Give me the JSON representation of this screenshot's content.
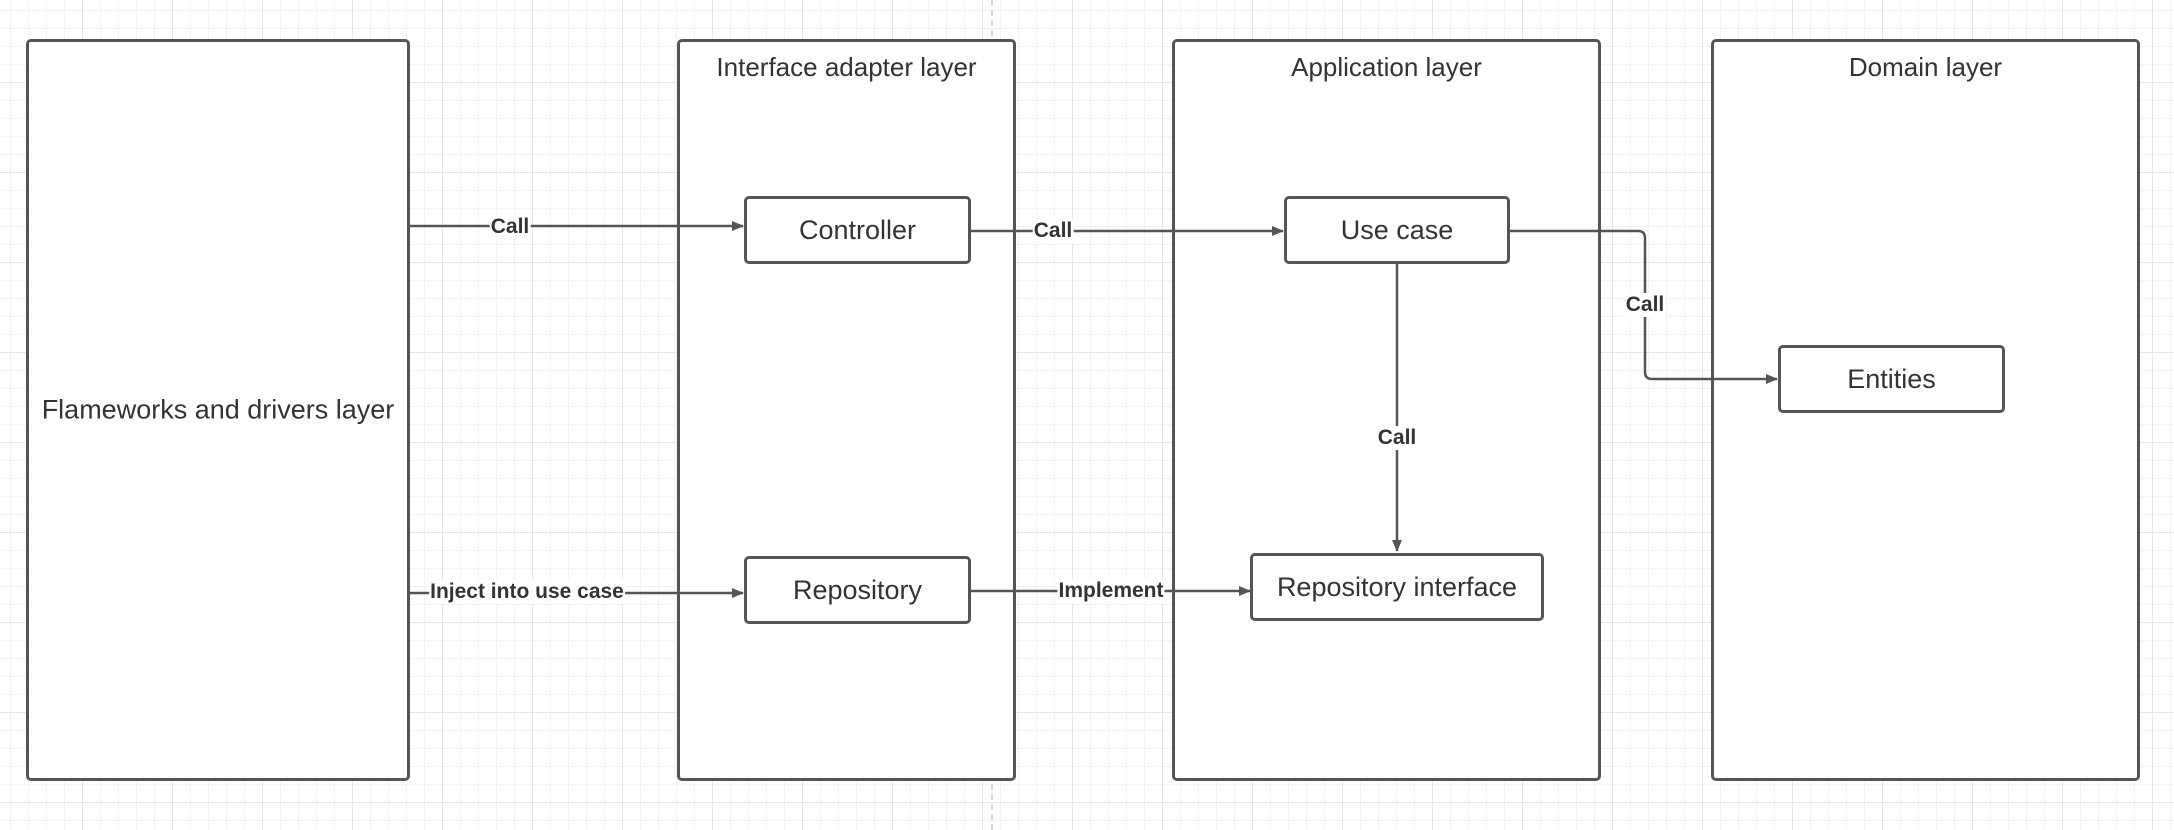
{
  "diagram": {
    "layers": {
      "frameworks": "Flameworks and drivers layer",
      "interface_adapter": "Interface adapter layer",
      "application": "Application layer",
      "domain": "Domain layer"
    },
    "nodes": {
      "controller": "Controller",
      "repository": "Repository",
      "use_case": "Use case",
      "repository_interface": "Repository interface",
      "entities": "Entities"
    },
    "edges": {
      "frameworks_to_controller": "Call",
      "frameworks_to_repository": "Inject into use case",
      "controller_to_use_case": "Call",
      "repository_to_repository_interface": "Implement",
      "use_case_to_entities": "Call",
      "use_case_to_repository_interface": "Call"
    },
    "colors": {
      "stroke": "#555555",
      "text": "#333333",
      "grid": "#e6e6e6"
    }
  }
}
